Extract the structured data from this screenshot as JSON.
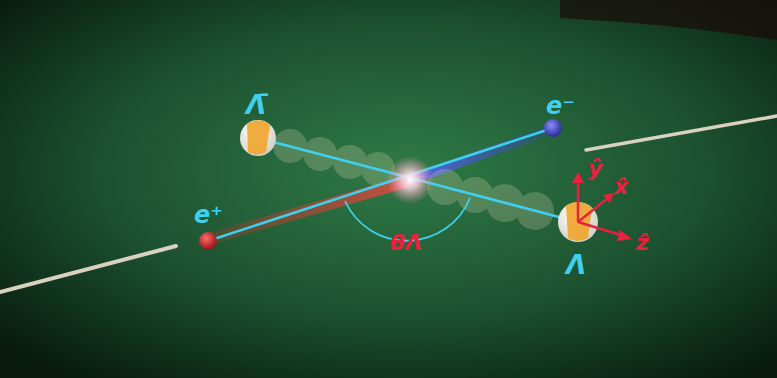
{
  "diagram": {
    "labels": [
      "Λ̄",
      "e⁻",
      "e⁺",
      "Λ",
      "θΛ",
      "ŷ",
      "x̂",
      "ẑ"
    ]
  }
}
